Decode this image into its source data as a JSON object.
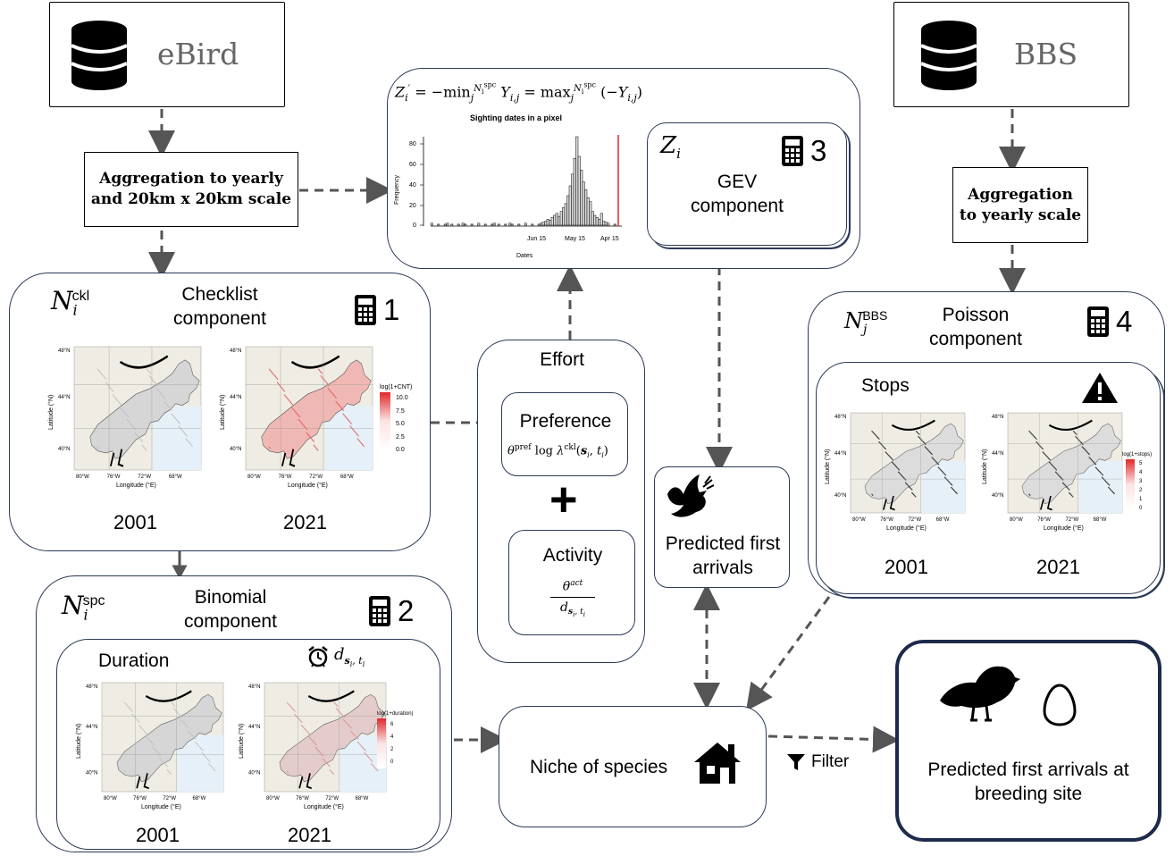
{
  "sources": {
    "ebird": {
      "label": "eBird"
    },
    "bbs": {
      "label": "BBS"
    }
  },
  "aggregation": {
    "ebird": "Aggregation to yearly and 20km x 20km scale",
    "bbs": "Aggregation to yearly scale"
  },
  "gev_panel": {
    "formula": "Z'i = −minj Yi,j = maxj (−Yi,j)",
    "chart_title": "Sighting dates in a pixel",
    "y_axis_label": "Frequency",
    "x_axis_label": "Dates",
    "gev_symbol": "Zi",
    "gev_label": "GEV component",
    "calc_number": "3"
  },
  "checklist": {
    "symbol": "Ni",
    "superscript": "ckl",
    "label": "Checklist component",
    "calc_number": "1",
    "legend_title": "log(1+CNT)",
    "legend_ticks": [
      "10.0",
      "7.5",
      "5.0",
      "2.5",
      "0.0"
    ],
    "years": [
      "2001",
      "2021"
    ]
  },
  "binomial": {
    "symbol": "Ni",
    "superscript": "spc",
    "label": "Binomial component",
    "calc_number": "2",
    "inner_title": "Duration",
    "duration_symbol": "ds,t",
    "legend_title": "log(1+duration)",
    "legend_ticks": [
      "6",
      "4",
      "2",
      "0"
    ],
    "years": [
      "2001",
      "2021"
    ]
  },
  "poisson": {
    "symbol": "Nj",
    "superscript": "BBS",
    "label": "Poisson component",
    "calc_number": "4",
    "inner_title": "Stops",
    "legend_title": "log(1+stops)",
    "legend_ticks": [
      "5",
      "4",
      "3",
      "2",
      "1",
      "0"
    ],
    "years": [
      "2001",
      "2021"
    ]
  },
  "effort": {
    "title": "Effort",
    "preference_label": "Preference",
    "preference_formula": "θpref log λckl(si, ti)",
    "plus": "+",
    "activity_label": "Activity",
    "activity_numerator": "θact",
    "activity_denominator": "ds,t"
  },
  "map_axes": {
    "lat_label": "Latitude (°N)",
    "lon_label": "Longitude (°E)",
    "lat_ticks": [
      "48°N",
      "44°N",
      "40°N"
    ],
    "lon_ticks": [
      "80°W",
      "76°W",
      "72°W",
      "68°W"
    ]
  },
  "predicted": {
    "label": "Predicted first arrivals"
  },
  "niche": {
    "label": "Niche of species"
  },
  "filter": {
    "label": "Filter"
  },
  "final": {
    "label": "Predicted first arrivals at breeding site"
  },
  "colors": {
    "red": "#e0292b",
    "ocean": "#e6f0f8",
    "land_bg": "#efece3",
    "border": "#2b3a55"
  },
  "icons": [
    "database-icon",
    "calculator-icon",
    "alarm-clock-icon",
    "warning-icon",
    "dove-icon",
    "house-icon",
    "filter-icon",
    "bird-icon",
    "egg-icon"
  ]
}
